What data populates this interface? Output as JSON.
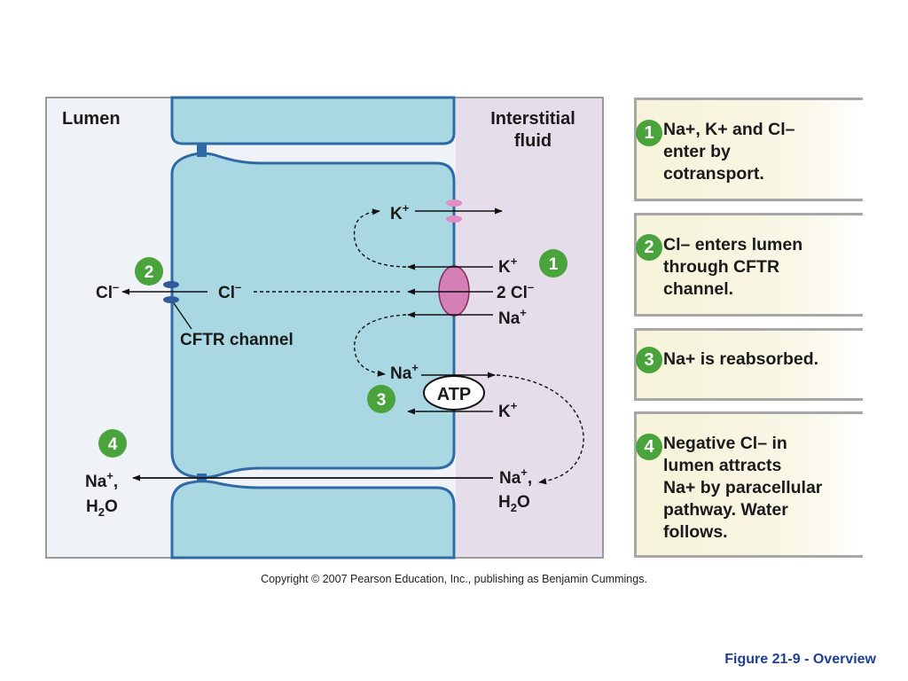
{
  "diagram": {
    "lumen_label": "Lumen",
    "interstitial_label_line1": "Interstitial",
    "interstitial_label_line2": "fluid",
    "cftr_label": "CFTR channel",
    "atp_label": "ATP",
    "cl_lumen": "Cl",
    "cl_cell": "Cl",
    "cl_cotransport": "2 Cl",
    "k_basolateral_top": "K",
    "k_cotransport": "K",
    "na_cotransport": "Na",
    "na_pump": "Na",
    "k_pump": "K",
    "na_lumen": "Na",
    "h2o_lumen": "H",
    "na_interstitial": "Na",
    "h2o_interstitial": "H",
    "sup_plus": "+",
    "sup_minus": "–",
    "sub_two": "2",
    "o_char": "O",
    "comma": ",",
    "markers": [
      "1",
      "2",
      "3",
      "4"
    ]
  },
  "steps": [
    {
      "number": "1",
      "text": "Na+, K+ and Cl–\nenter by\ncotransport."
    },
    {
      "number": "2",
      "text": "Cl– enters lumen\nthrough CFTR\nchannel."
    },
    {
      "number": "3",
      "text": "Na+ is reabsorbed."
    },
    {
      "number": "4",
      "text": "Negative Cl– in\nlumen attracts\nNa+ by paracellular\npathway. Water\nfollows."
    }
  ],
  "footer": {
    "copyright": "Copyright © 2007 Pearson Education, Inc., publishing as Benjamin Cummings.",
    "figure_caption": "Figure 21-9 - Overview"
  },
  "colors": {
    "cell_fill": "#a9d8e3",
    "cell_border": "#2f6aa6",
    "lumen_bg": "#eff3f7",
    "interstitial_bg": "#e6ddeb",
    "cotransporter": "#d57fb5",
    "k_channel": "#e08fc0",
    "badge_green": "#4aa33c"
  }
}
